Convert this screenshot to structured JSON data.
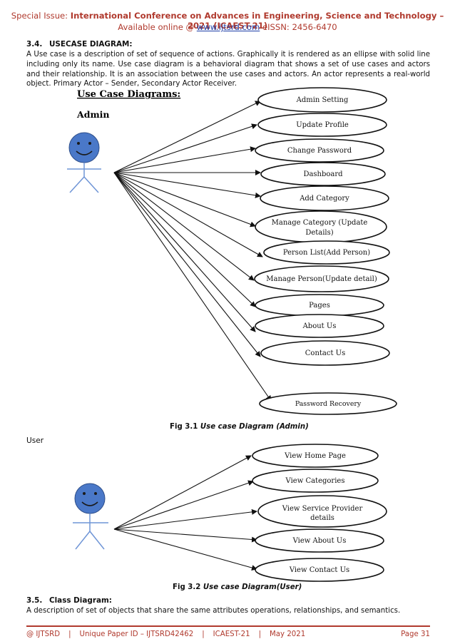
{
  "header": {
    "line1_prefix": "Special Issue: ",
    "line1_bold": "International Conference on Advances in Engineering, Science and Technology – 2021 (ICAEST-21)",
    "line2_prefix": "Available online @ ",
    "line2_link": "www.ijtsrd.com",
    "line2_suffix": " eISSN: 2456-6470"
  },
  "section_34": {
    "number": "3.4.",
    "title": "USECASE DIAGRAM:",
    "text": "A Use case is a description of set of sequence of actions. Graphically it is rendered as an ellipse with solid line including only its name. Use case diagram is a behavioral diagram that shows a set of use cases and actors and their relationship. It is an association between the use cases and actors. An actor represents a real-world object. Primary Actor – Sender, Secondary Actor Receiver."
  },
  "fig1": {
    "heading": "Use Case Diagrams:",
    "actor": "Admin",
    "use_cases": [
      "Admin Setting",
      "Update Profile",
      "Change Password",
      "Dashboard",
      "Add Category",
      "Manage Category (Update",
      "Details)",
      "Person List(Add Person)",
      "Manage Person(Update detail)",
      "Pages",
      "About Us",
      "Contact Us",
      "Password Recovery"
    ],
    "caption_bold": "Fig 3.1 ",
    "caption_italic": "Use case Diagram (Admin)"
  },
  "user_label": "User",
  "fig2": {
    "use_cases": [
      "View Home Page",
      "View Categories",
      "View Service Provider",
      "details",
      "View About Us",
      "View Contact Us"
    ],
    "caption_bold": "Fig 3.2 ",
    "caption_italic": "Use case Diagram(User)"
  },
  "section_35": {
    "number": "3.5.",
    "title": "Class Diagram:",
    "text": "A description of set of objects that share the same attributes operations, relationships, and semantics."
  },
  "footer": {
    "journal": "@ IJTSRD",
    "paper_id": "Unique Paper ID – IJTSRD42462",
    "conf": "ICAEST-21",
    "date": "May 2021",
    "page": "Page 31"
  },
  "colors": {
    "accent": "#b03a2e",
    "link": "#1f3fa8",
    "actor_head": "#4a78c8",
    "actor_body": "#6f95d6"
  }
}
